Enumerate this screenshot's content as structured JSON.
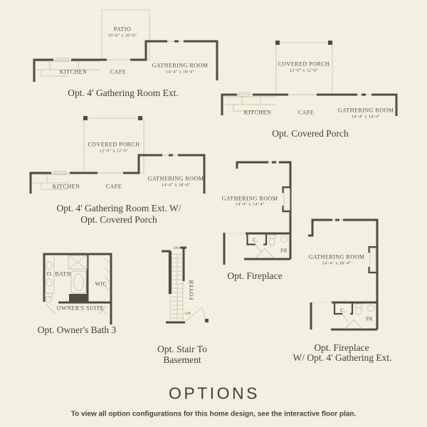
{
  "meta": {
    "colors": {
      "background": "#f3f0e2",
      "walls": "#514b41",
      "faint_lines": "#d9d2bb",
      "text": "#544e3d"
    }
  },
  "plans": [
    {
      "name": "opt-4ft-gathering-room-ext",
      "caption_lines": [
        "Opt. 4' Gathering Room Ext."
      ],
      "rooms": [
        {
          "label": "PATIO",
          "dims": "10'-0\" x 10'-0\""
        },
        {
          "label": "KITCHEN"
        },
        {
          "label": "CAFE"
        },
        {
          "label": "GATHERING ROOM",
          "dims": "14'-4\" x 18'-4\""
        }
      ]
    },
    {
      "name": "opt-covered-porch",
      "caption_lines": [
        "Opt. Covered Porch"
      ],
      "rooms": [
        {
          "label": "COVERED PORCH",
          "dims": "12'-0\" x 12'-0\""
        },
        {
          "label": "KITCHEN"
        },
        {
          "label": "CAFE"
        },
        {
          "label": "GATHERING ROOM",
          "dims": "14'-4\" x 14'-4\""
        }
      ]
    },
    {
      "name": "opt-4ft-gathering-room-ext-w-covered-porch",
      "caption_lines": [
        "Opt. 4' Gathering Room Ext. W/",
        "Opt. Covered Porch"
      ],
      "rooms": [
        {
          "label": "COVERED PORCH",
          "dims": "12'-0\" x 12'-0\""
        },
        {
          "label": "KITCHEN"
        },
        {
          "label": "CAFE"
        },
        {
          "label": "GATHERING ROOM",
          "dims": "14'-4\" x 18'-4\""
        }
      ]
    },
    {
      "name": "opt-fireplace",
      "caption_lines": [
        "Opt. Fireplace"
      ],
      "rooms": [
        {
          "label": "GATHERING ROOM",
          "dims": "14'-4\" x 14'-4\""
        },
        {
          "label": "C."
        },
        {
          "label": "PR"
        }
      ]
    },
    {
      "name": "opt-owners-bath-3",
      "caption_lines": [
        "Opt. Owner's Bath 3"
      ],
      "rooms": [
        {
          "label": "O. BATH"
        },
        {
          "label": "WIC"
        },
        {
          "label": "OWNER'S SUITE"
        }
      ]
    },
    {
      "name": "opt-stair-to-basement",
      "caption_lines": [
        "Opt. Stair To",
        "Basement"
      ],
      "rooms": [
        {
          "label": "DN"
        },
        {
          "label": "FOYER"
        },
        {
          "label": "UP"
        }
      ]
    },
    {
      "name": "opt-fireplace-w-4ft-gathering-ext",
      "caption_lines": [
        "Opt. Fireplace",
        "W/ Opt. 4' Gathering Ext."
      ],
      "rooms": [
        {
          "label": "GATHERING ROOM",
          "dims": "14'-4\" x 18'-4\""
        },
        {
          "label": "C."
        },
        {
          "label": "PR"
        }
      ]
    }
  ],
  "footer": {
    "title": "OPTIONS",
    "note": "To view all option configurations for this home design, see the interactive floor plan."
  }
}
